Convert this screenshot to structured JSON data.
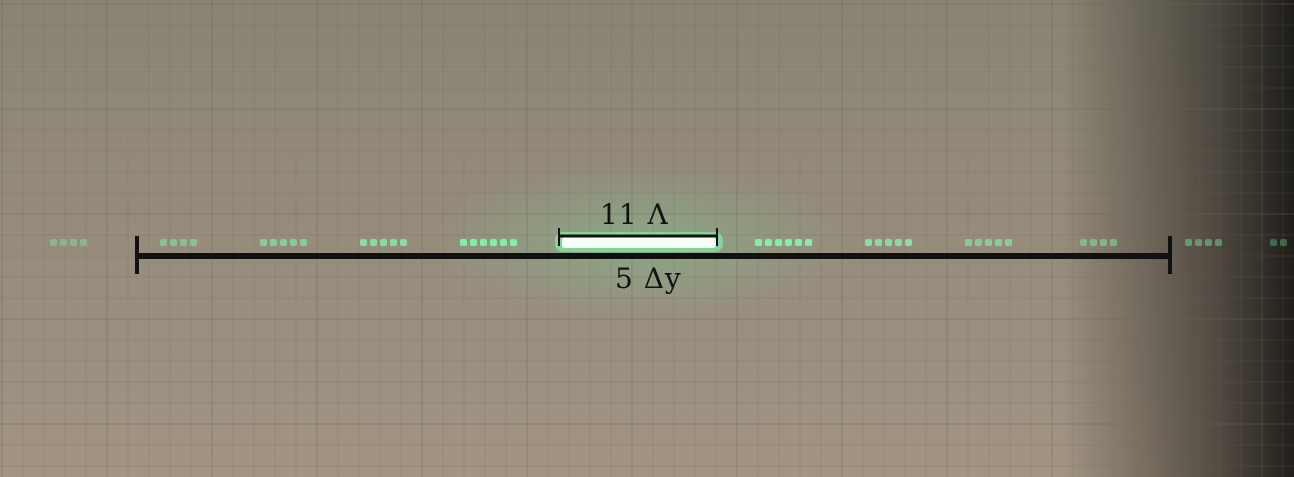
{
  "image": {
    "subject": "diffraction-pattern-photo",
    "scale_bars": {
      "short": {
        "label": "11 Λ"
      },
      "long": {
        "label": "5 Δy"
      }
    },
    "colors": {
      "spot": "#7dffb0",
      "central_spot": "#f4fff8",
      "bar": "#111111",
      "grid_line": "#6d6557"
    }
  }
}
